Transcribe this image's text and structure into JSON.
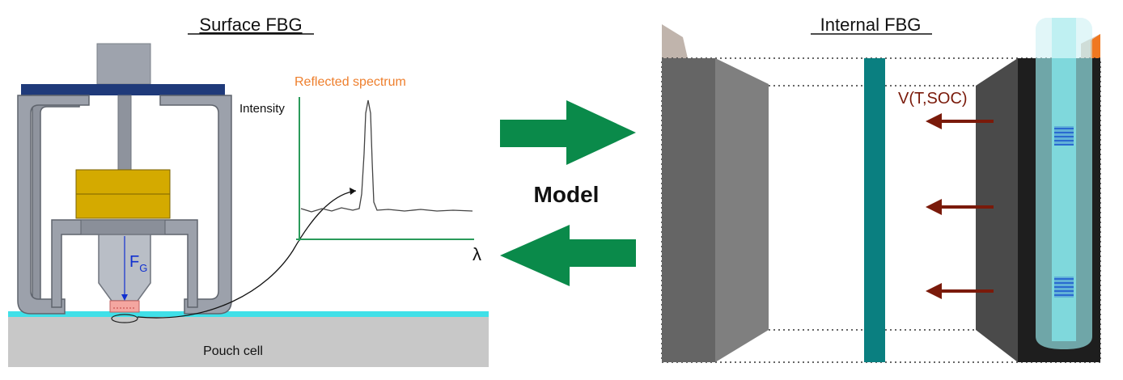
{
  "left_panel": {
    "title": "Surface FBG",
    "spectrum_title": "Reflected spectrum",
    "y_axis_label": "Intensity",
    "x_axis_label": "λ",
    "force_label_main": "F",
    "force_label_sub": "G",
    "base_label": "Pouch cell"
  },
  "center": {
    "model_label": "Model"
  },
  "right_panel": {
    "title": "Internal FBG",
    "voltage_label": "V(T,SOC)"
  },
  "colors": {
    "green_arrow": "#0a8a4a",
    "plate_blue": "#1f3a7a",
    "weight_gold": "#d4aa00",
    "separator_teal": "#0a7f80",
    "dark_red_arrow": "#7a1a0a",
    "spectrum_orange": "#ee7f2d",
    "axis_green": "#2a9a5a",
    "cyan_film": "#40e0e8"
  }
}
